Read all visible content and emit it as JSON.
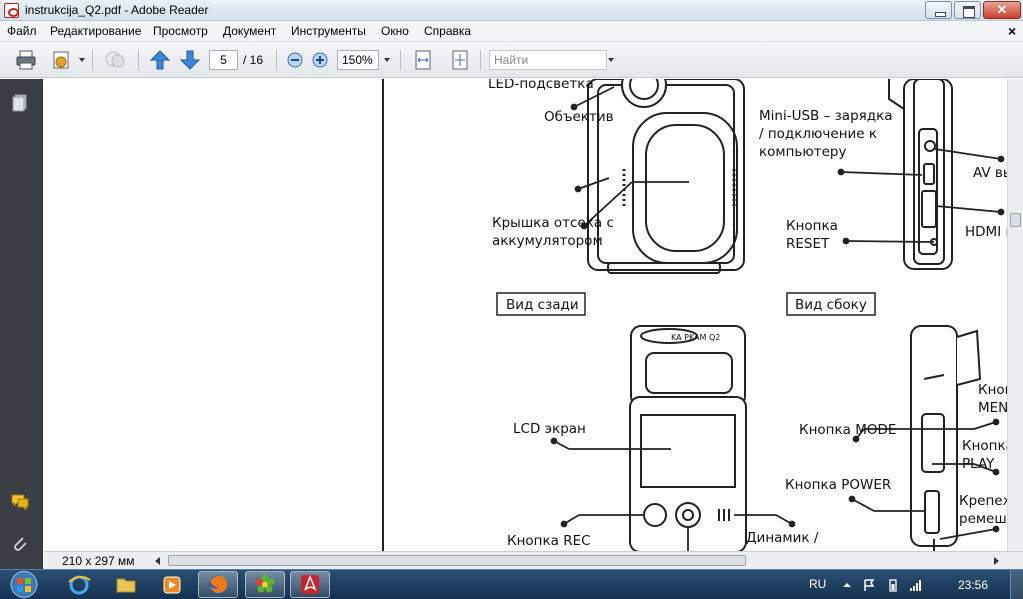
{
  "window": {
    "title": "instrukcija_Q2.pdf - Adobe Reader"
  },
  "menu": {
    "items": [
      "Файл",
      "Редактирование",
      "Просмотр",
      "Документ",
      "Инструменты",
      "Окно",
      "Справка"
    ],
    "close_doc": "×"
  },
  "toolbar": {
    "page_current": "5",
    "page_total": "/ 16",
    "zoom": "150%",
    "search_placeholder": "Найти"
  },
  "status": {
    "page_size": "210 x 297 мм"
  },
  "document": {
    "labels": {
      "led": "LED-подсветка",
      "lens": "Объектив",
      "battery_cover_1": "Крышка отсека с",
      "battery_cover_2": "аккумулятором",
      "mini_usb_1": "Mini-USB – зарядка",
      "mini_usb_2": "/ подключение к",
      "mini_usb_3": "компьютеру",
      "av_out": "AV выход",
      "hdmi_out": "HDMI выход",
      "reset_1": "Кнопка",
      "reset_2": "RESET",
      "rear_view": "Вид сзади",
      "side_view": "Вид сбоку",
      "brand": "KA PKAM Q2",
      "lcd": "LCD экран",
      "mode": "Кнопка MODE",
      "menu_1": "Кнопка",
      "menu_2": "MENU",
      "play_1": "Кнопка",
      "play_2": "PLAY",
      "power": "Кнопка POWER",
      "strap_1": "Крепеж для",
      "strap_2": "ремешка",
      "rec": "Кнопка REC",
      "speaker": "Динамик /"
    }
  },
  "taskbar": {
    "lang": "RU",
    "clock": "23:56"
  }
}
